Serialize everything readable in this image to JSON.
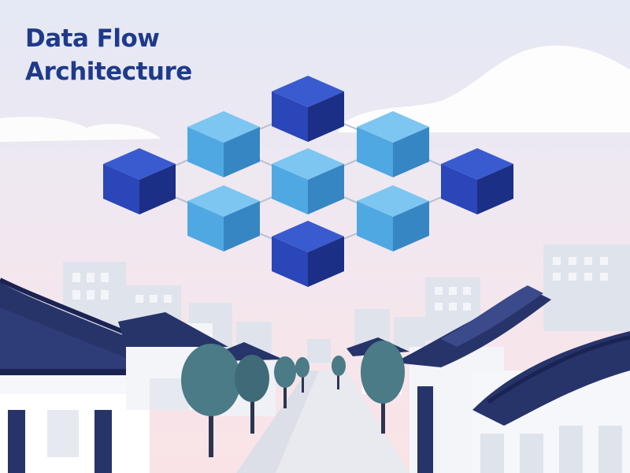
{
  "title": {
    "line1": "Data Flow",
    "line2": "Architecture"
  },
  "colors": {
    "title": "#1f3a8a",
    "sky_top": "#e4e9f5",
    "sky_bottom": "#fae3e6",
    "cube_dark": "#2a46b8",
    "cube_light": "#4fa8e2",
    "roof": "#26346a",
    "tree": "#4a7b86",
    "building": "#dfe3ec"
  },
  "cubes": [
    {
      "tone": "dark"
    },
    {
      "tone": "light"
    },
    {
      "tone": "light"
    },
    {
      "tone": "dark"
    },
    {
      "tone": "light"
    },
    {
      "tone": "dark"
    },
    {
      "tone": "light"
    },
    {
      "tone": "light"
    },
    {
      "tone": "dark"
    }
  ]
}
